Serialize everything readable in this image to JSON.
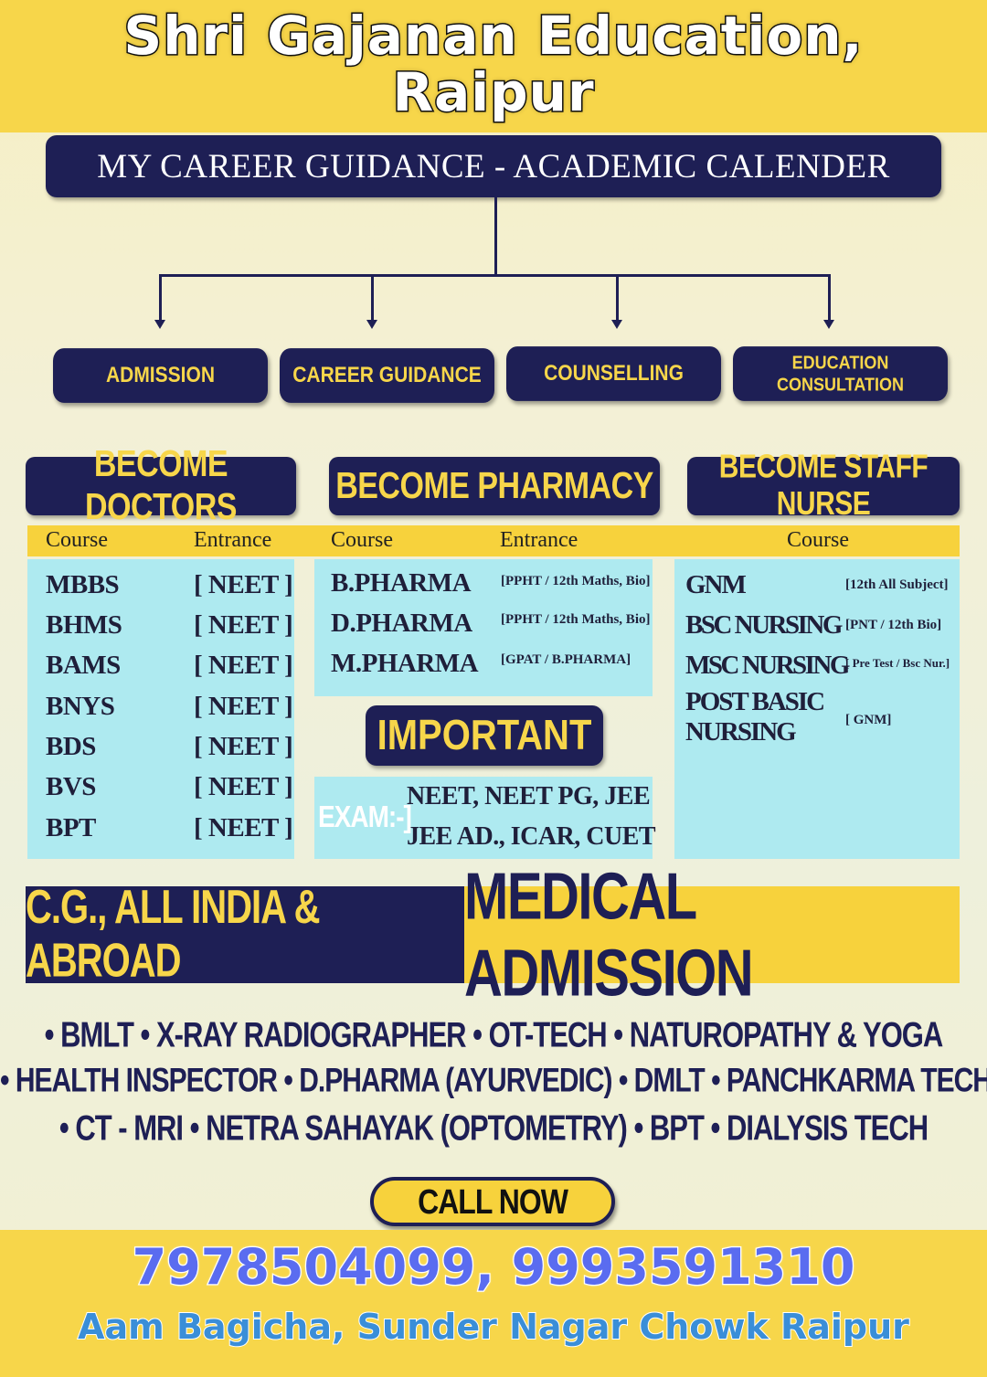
{
  "header": {
    "brand_title": "Shri Gajanan Education, Raipur",
    "main_heading": "MY CAREER GUIDANCE - ACADEMIC CALENDER"
  },
  "services": [
    "ADMISSION",
    "CAREER GUIDANCE",
    "COUNSELLING",
    "EDUCATION CONSULTATION"
  ],
  "sections": {
    "doctors": {
      "title": "BECOME DOCTORS",
      "col_course": "Course",
      "col_entrance": "Entrance",
      "rows": [
        {
          "course": "MBBS",
          "entrance": "[ NEET ]"
        },
        {
          "course": "BHMS",
          "entrance": "[ NEET ]"
        },
        {
          "course": "BAMS",
          "entrance": "[ NEET ]"
        },
        {
          "course": "BNYS",
          "entrance": "[ NEET ]"
        },
        {
          "course": "BDS",
          "entrance": "[ NEET ]"
        },
        {
          "course": "BVS",
          "entrance": "[ NEET ]"
        },
        {
          "course": "BPT",
          "entrance": "[ NEET ]"
        }
      ]
    },
    "pharmacy": {
      "title": "BECOME PHARMACY",
      "col_course": "Course",
      "col_entrance": "Entrance",
      "rows": [
        {
          "course": "B.PHARMA",
          "entrance": "[PPHT / 12th Maths, Bio]"
        },
        {
          "course": "D.PHARMA",
          "entrance": "[PPHT / 12th Maths, Bio]"
        },
        {
          "course": "M.PHARMA",
          "entrance": "[GPAT / B.PHARMA]"
        }
      ]
    },
    "nurse": {
      "title": "BECOME STAFF NURSE",
      "col_course": "Course",
      "rows": [
        {
          "course": "GNM",
          "entrance": "[12th All Subject]"
        },
        {
          "course": "BSC NURSING",
          "entrance": "[PNT / 12th Bio]"
        },
        {
          "course": "MSC NURSING",
          "entrance": "[ Pre Test / Bsc Nur.]"
        },
        {
          "course": "POST BASIC",
          "course2": "NURSING",
          "entrance": "[ GNM]"
        }
      ]
    }
  },
  "important": {
    "title": "IMPORTANT",
    "exam_label": "EXAM:-]",
    "line1": "NEET, NEET PG, JEE",
    "line2": "JEE AD., ICAR, CUET"
  },
  "admission_band": {
    "left": "C.G., ALL INDIA & ABROAD",
    "right": "MEDICAL ADMISSION"
  },
  "courses_list": {
    "line1": "• BMLT • X-RAY RADIOGRAPHER • OT-TECH • NATUROPATHY & YOGA",
    "line2": "• HEALTH INSPECTOR • D.PHARMA (AYURVEDIC)  • DMLT • PANCHKARMA TECH",
    "line3": "• CT - MRI • NETRA SAHAYAK (OPTOMETRY) • BPT • DIALYSIS TECH"
  },
  "cta": {
    "call_label": "CALL NOW"
  },
  "contact": {
    "phones": "7978504099, 9993591310",
    "address": "Aam Bagicha, Sunder Nagar Chowk Raipur"
  },
  "colors": {
    "navy": "#1e1f55",
    "yellow": "#f7d64a",
    "panel_cyan": "#aeeaf0"
  }
}
